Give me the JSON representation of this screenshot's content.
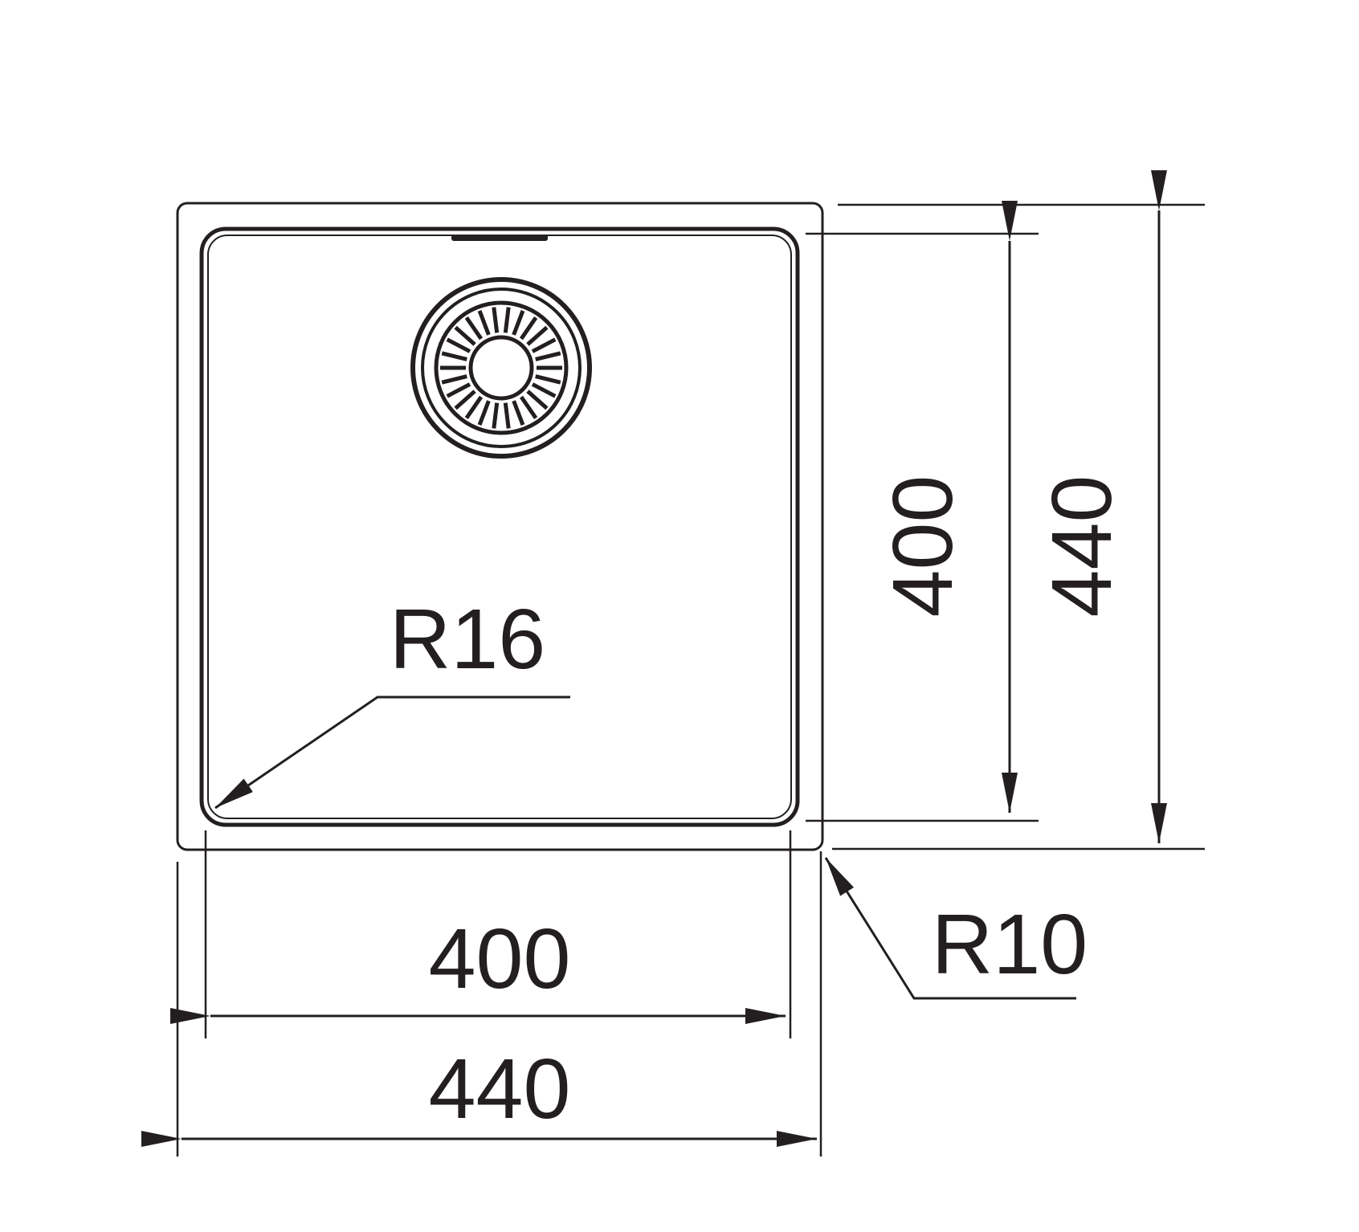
{
  "labels": {
    "inner_width": "400",
    "outer_width": "440",
    "inner_depth": "400",
    "outer_depth": "440",
    "inner_radius": "R16",
    "outer_radius": "R10"
  },
  "colors": {
    "line": "#231f20",
    "background": "#ffffff"
  }
}
